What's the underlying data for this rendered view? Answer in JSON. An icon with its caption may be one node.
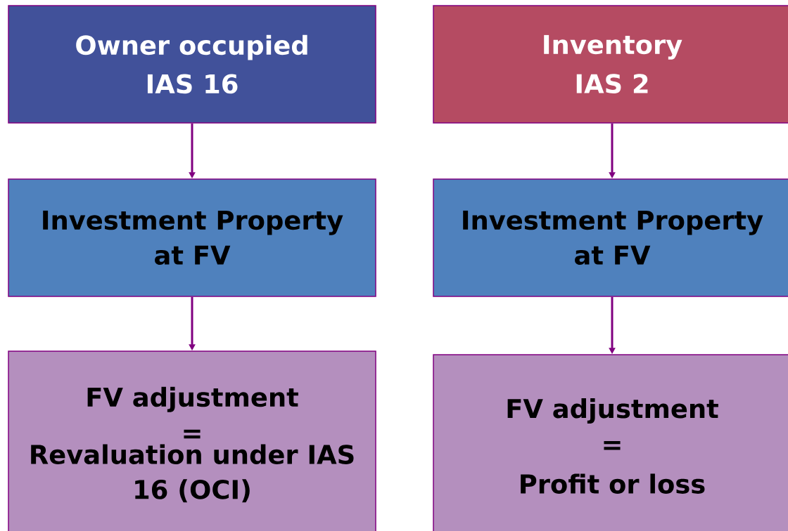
{
  "diagram": {
    "nodes": [
      {
        "text": [
          "Owner occupied",
          "IAS 16"
        ]
      },
      {
        "text": [
          "Inventory",
          "IAS 2"
        ]
      },
      {
        "text": [
          "Investment Property at FV"
        ]
      },
      {
        "text": [
          "Investment Property at FV"
        ]
      },
      {
        "text": [
          "FV adjustment",
          "=",
          "Revaluation under IAS 16 (OCI)"
        ]
      },
      {
        "text": [
          "FV adjustment",
          "=",
          "Profit or loss"
        ]
      }
    ],
    "edges": [
      {
        "from": 0,
        "to": 2,
        "arrow": "to"
      },
      {
        "from": 1,
        "to": 3,
        "arrow": "to"
      },
      {
        "from": 2,
        "to": 4,
        "arrow": "to"
      },
      {
        "from": 3,
        "to": 5,
        "arrow": "to"
      }
    ]
  }
}
